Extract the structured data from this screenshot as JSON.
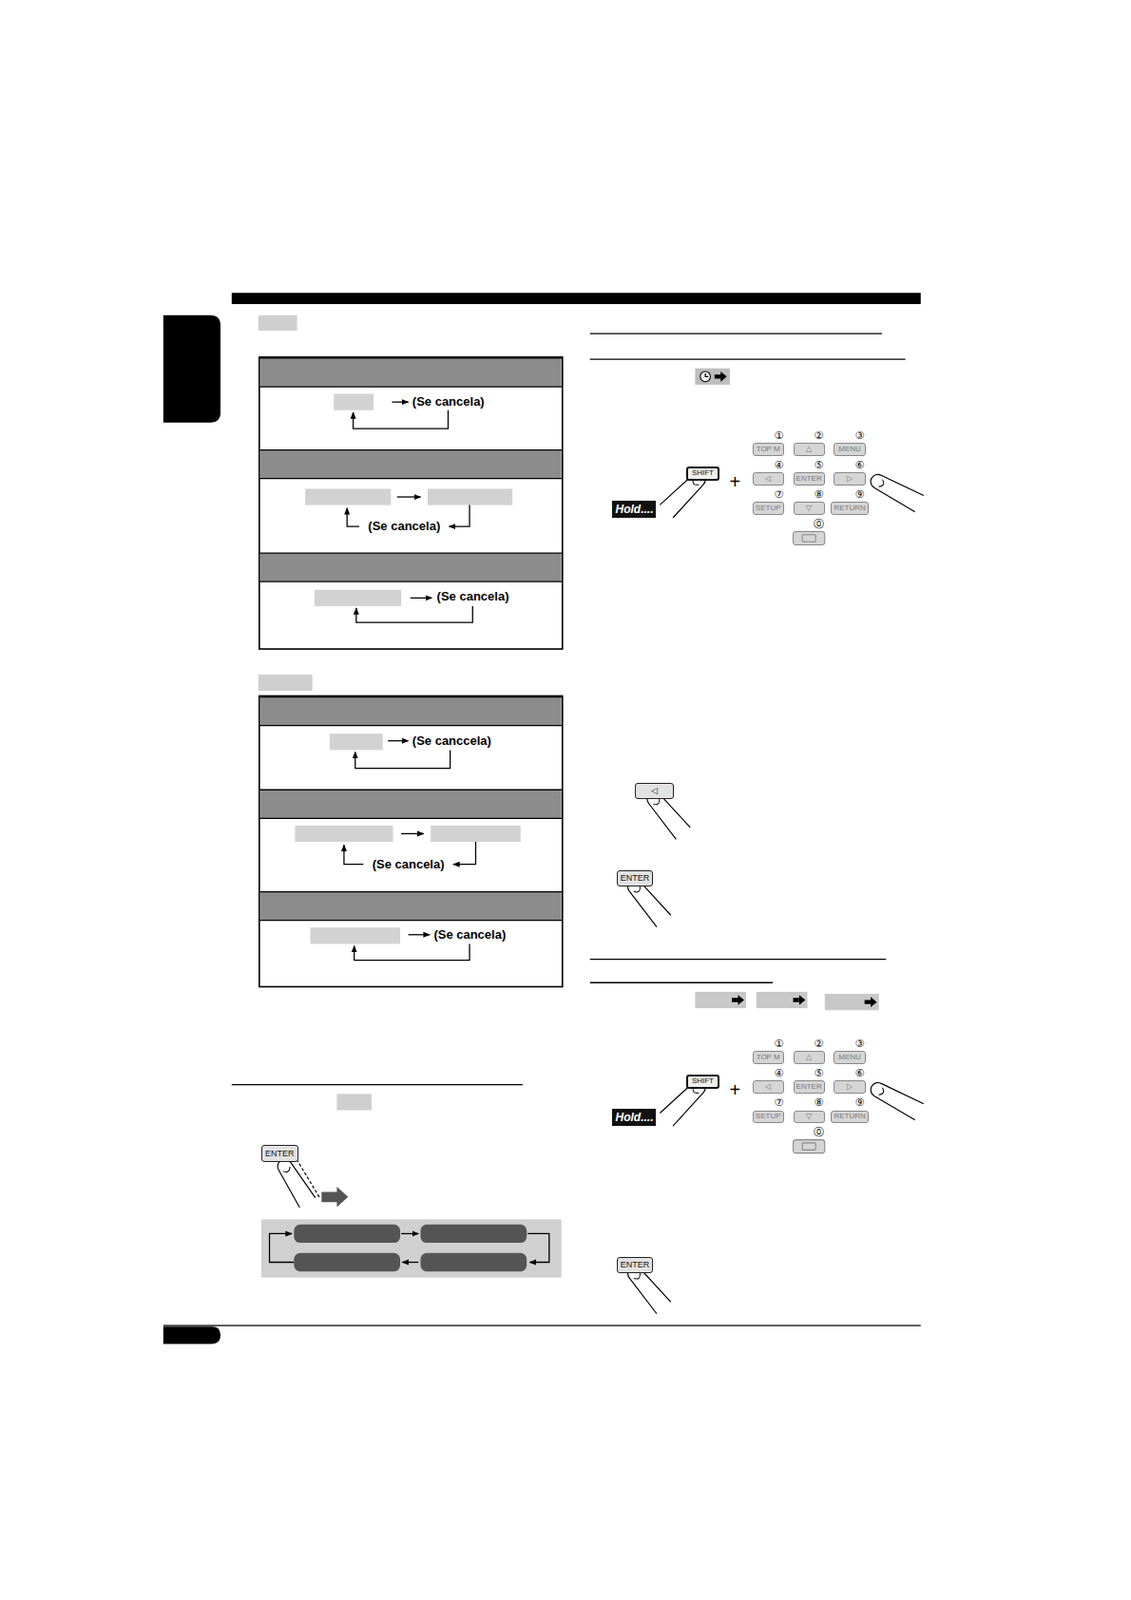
{
  "diagram": {
    "nodes": [
      {
        "text": [
          "ENTER"
        ]
      },
      {
        "text": [
          "TOP M"
        ]
      },
      {
        "text": [
          "△"
        ]
      },
      {
        "text": [
          "MENU"
        ]
      },
      {
        "text": [
          "◁"
        ]
      },
      {
        "text": [
          "ENTER"
        ]
      },
      {
        "text": [
          "▷"
        ]
      },
      {
        "text": [
          "SETUP"
        ]
      },
      {
        "text": [
          "▽"
        ]
      },
      {
        "text": [
          "RETURN"
        ]
      },
      {
        "text": [
          "SHIFT"
        ]
      },
      {
        "text": [
          "Hold...."
        ]
      },
      {
        "text": [
          "◁"
        ]
      },
      {
        "text": [
          "ENTER"
        ]
      },
      {
        "text": [
          "TOP M"
        ]
      },
      {
        "text": [
          "△"
        ]
      },
      {
        "text": [
          "MENU"
        ]
      },
      {
        "text": [
          "◁"
        ]
      },
      {
        "text": [
          "ENTER"
        ]
      },
      {
        "text": [
          "▷"
        ]
      },
      {
        "text": [
          "SETUP"
        ]
      },
      {
        "text": [
          "▽"
        ]
      },
      {
        "text": [
          "RETURN"
        ]
      },
      {
        "text": [
          "SHIFT"
        ]
      },
      {
        "text": [
          "Hold...."
        ]
      },
      {
        "text": [
          "ENTER"
        ]
      }
    ],
    "labels": [
      "(Se cancela)",
      "(Se cancela)",
      "(Se cancela)",
      "(Se canccela)",
      "(Se cancela)",
      "(Se cancela)",
      "①",
      "②",
      "③",
      "④",
      "⑤",
      "⑥",
      "⑦",
      "⑧",
      "⑨",
      "⓪",
      "+",
      "①",
      "②",
      "③",
      "④",
      "⑤",
      "⑥",
      "⑦",
      "⑧",
      "⑨",
      "⓪",
      "+"
    ]
  }
}
